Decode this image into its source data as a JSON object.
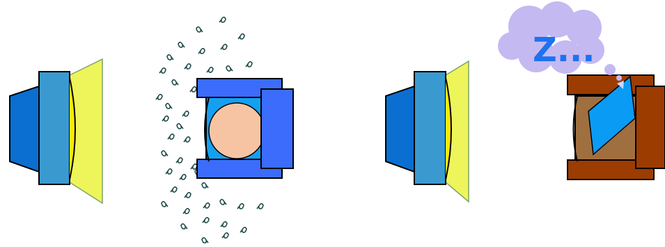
{
  "scene": {
    "thought_bubble_text": "Z...",
    "colors": {
      "projector_back": "#0a6fd0",
      "projector_body": "#3a9ad0",
      "light_beam": "#eef55a",
      "active_device": "#3b6cfb",
      "active_window": "#14a0f0",
      "active_core": "#f7c4a3",
      "sleep_device": "#9c3c00",
      "sleep_window": "#a06f40",
      "sleep_panel": "#0a9bf5",
      "cloud": "#c5b9f2",
      "zzz_text": "#1e72f0",
      "droplets": "#1e4a48"
    },
    "panels": [
      {
        "name": "left-projector",
        "icon": "projector-icon"
      },
      {
        "name": "active-device",
        "icon": "device-active-icon"
      },
      {
        "name": "right-projector",
        "icon": "projector-icon"
      },
      {
        "name": "sleeping-device",
        "icon": "device-sleeping-icon"
      }
    ]
  }
}
